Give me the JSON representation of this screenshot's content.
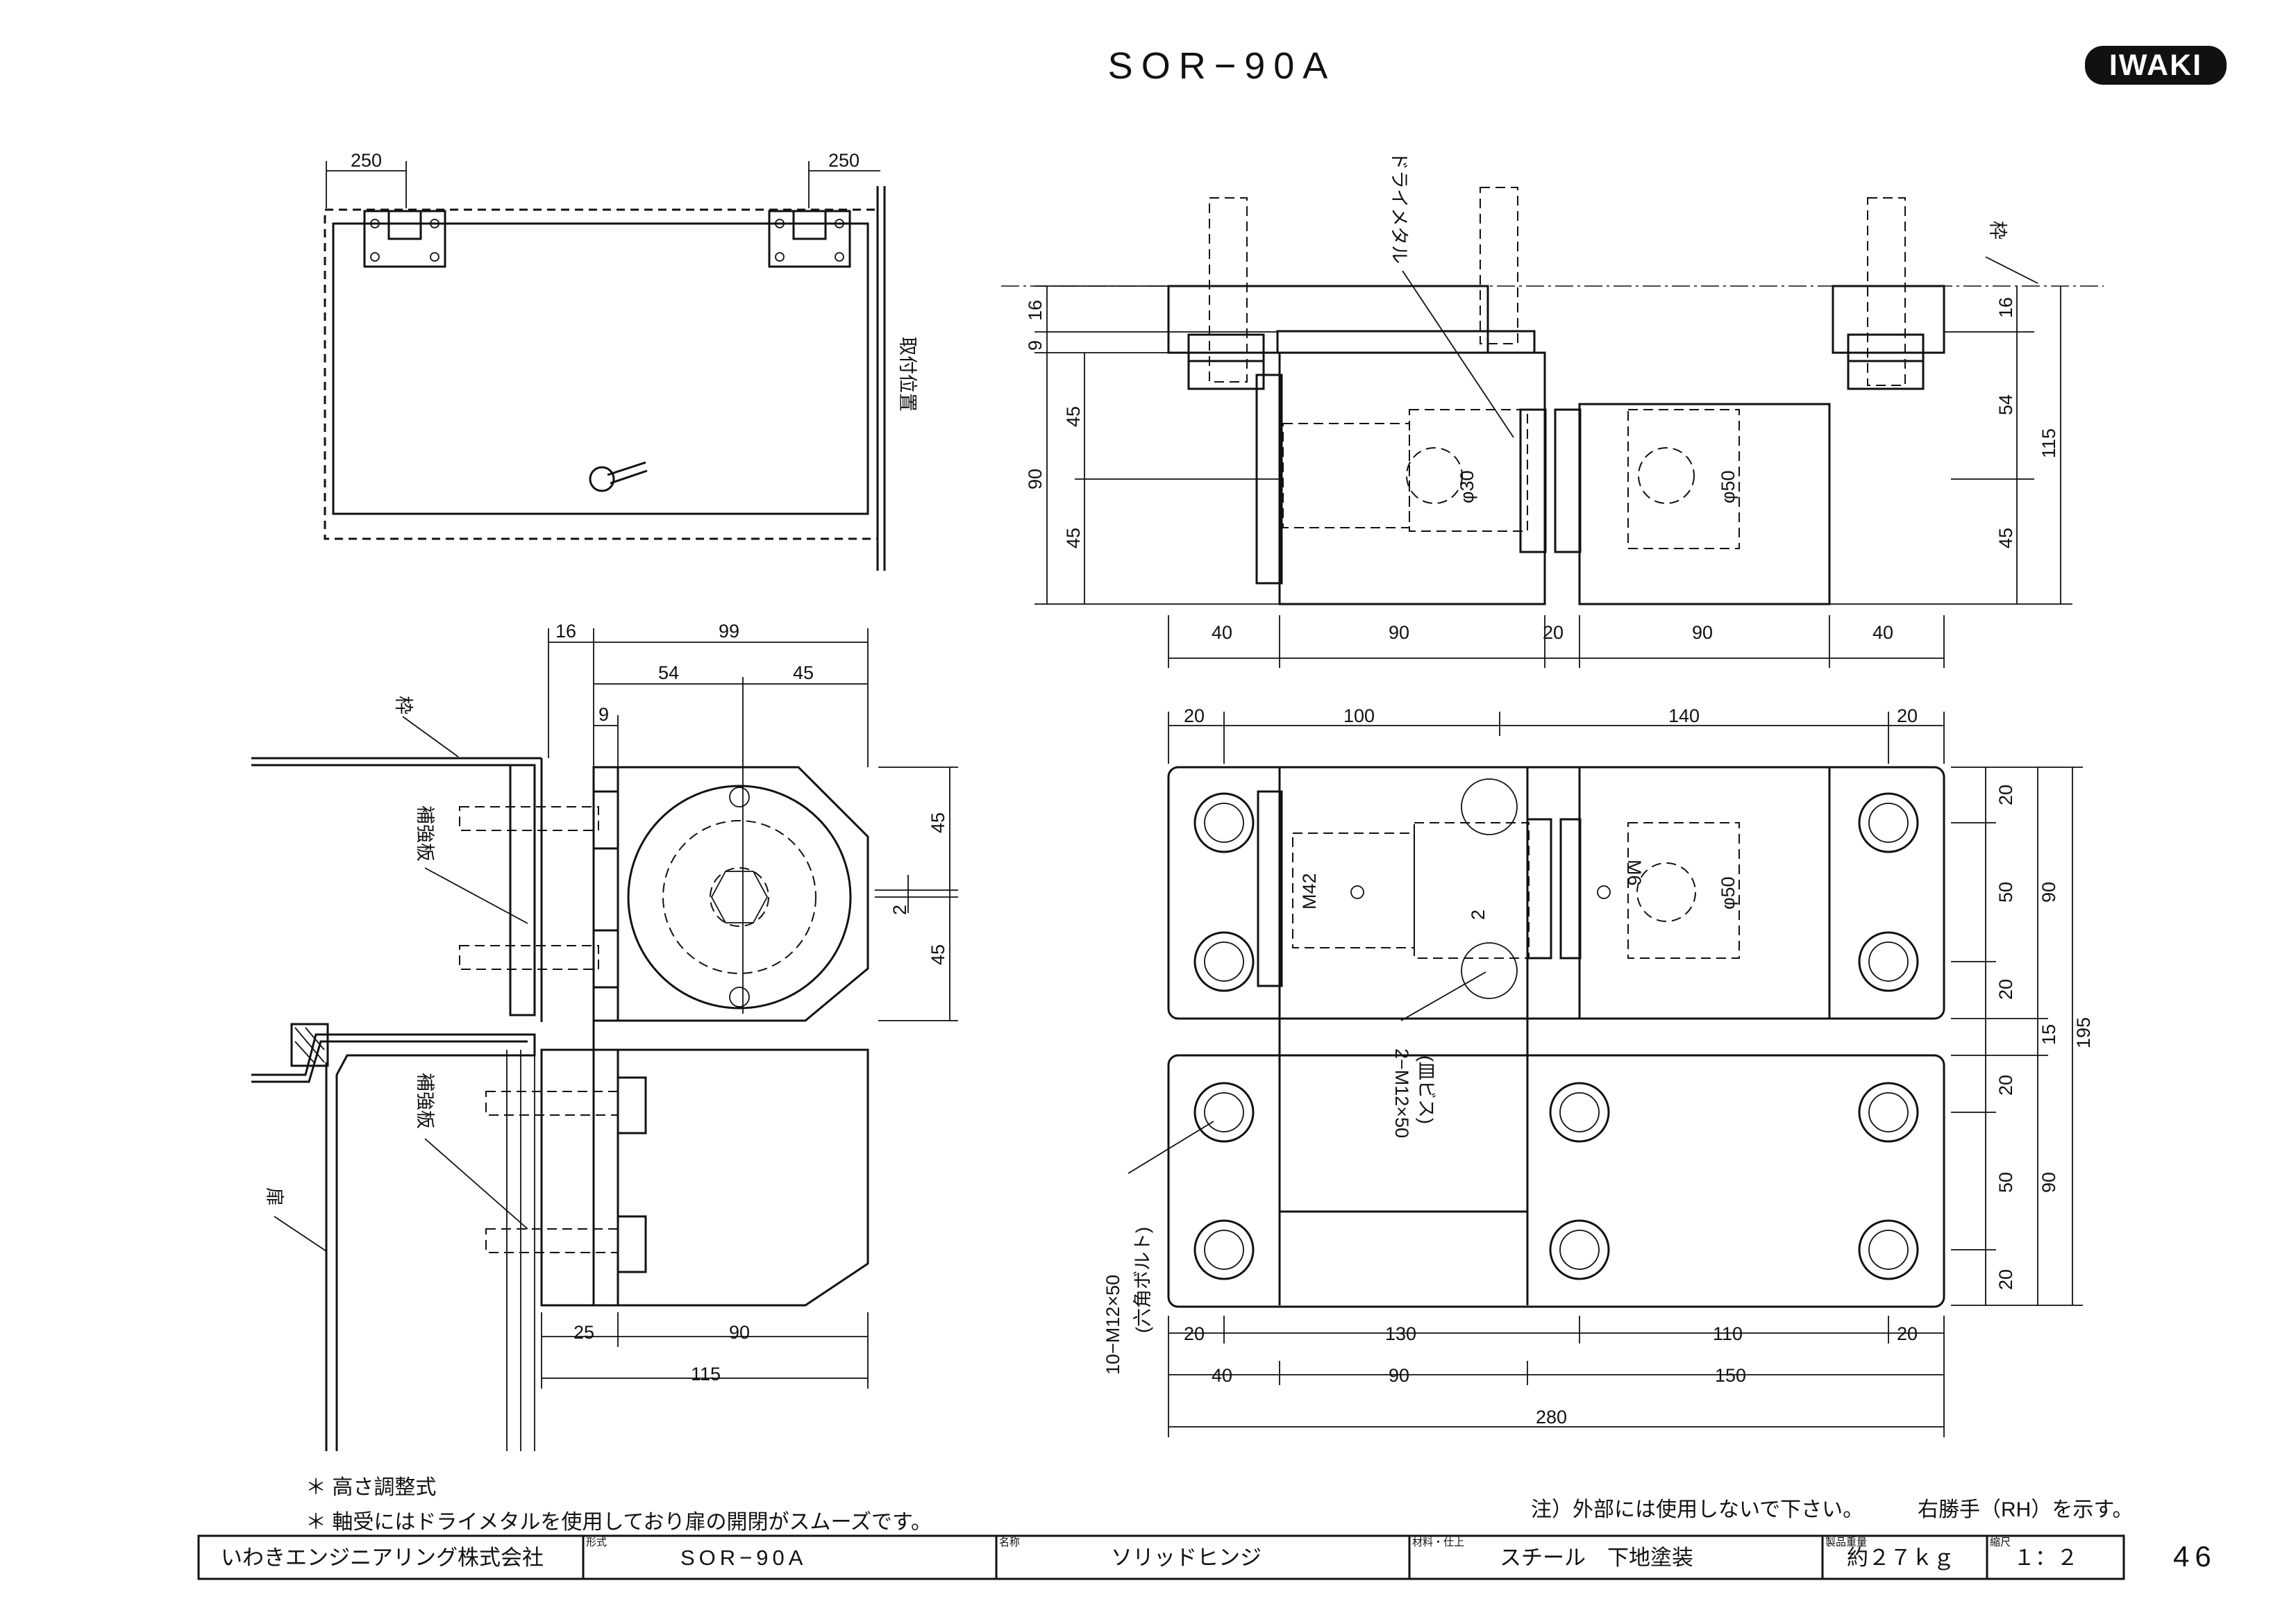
{
  "header": {
    "title": "SOR−90A",
    "logo": "IWAKI",
    "page_number": "46"
  },
  "top_view": {
    "dim_left": "250",
    "dim_right": "250",
    "mount_label": "取付位置"
  },
  "front_view": {
    "dims_top": [
      "40",
      "90",
      "20",
      "90",
      "40"
    ],
    "dims_left": [
      "16",
      "9",
      "45",
      "90",
      "45"
    ],
    "dims_right": [
      "16",
      "54",
      "115",
      "45"
    ],
    "phi30": "φ30",
    "phi50": "φ50",
    "label_metal": "ドライメタル",
    "label_frame": "枠"
  },
  "side_view": {
    "dims_top": [
      "16",
      "99",
      "54",
      "45",
      "9"
    ],
    "dims_right": [
      "45",
      "2",
      "45"
    ],
    "dims_bottom": [
      "25",
      "90",
      "115"
    ],
    "label_frame": "枠",
    "label_plate_1": "補強板",
    "label_plate_2": "補強板",
    "label_door": "扉"
  },
  "plan_view": {
    "dims_top": [
      "20",
      "100",
      "140",
      "20"
    ],
    "dims_right_inner": [
      "20",
      "50",
      "20",
      "20",
      "50",
      "20"
    ],
    "dims_right_mid": [
      "90",
      "15",
      "90"
    ],
    "dims_right_outer": "195",
    "dims_bottom_1": [
      "20",
      "130",
      "110",
      "20"
    ],
    "dims_bottom_2": [
      "40",
      "90",
      "150"
    ],
    "dims_bottom_3": "280",
    "m42": "M42",
    "m6": "M6",
    "phi50": "φ50",
    "two": "2",
    "screw_label": "2−M12×50",
    "screw_sub": "(皿ビス)",
    "bolt_label": "10−M12×50",
    "bolt_sub": "(六角ボルト)"
  },
  "notes": {
    "note1": "＊ 高さ調整式",
    "note2": "＊ 軸受にはドライメタルを使用しており扉の開閉がスムーズです。",
    "note3": "注）外部には使用しないで下さい。",
    "note4": "右勝手（RH）を示す。"
  },
  "title_block": {
    "company": "いわきエンジニアリング株式会社",
    "model_caption": "形式",
    "model": "SOR−90A",
    "name_caption": "名称",
    "name": "ソリッドヒンジ",
    "material_caption": "材料・仕上",
    "material": "スチール　下地塗装",
    "weight_caption": "製品重量",
    "weight": "約２７ｋｇ",
    "scale_caption": "縮尺",
    "scale": "１：２"
  }
}
